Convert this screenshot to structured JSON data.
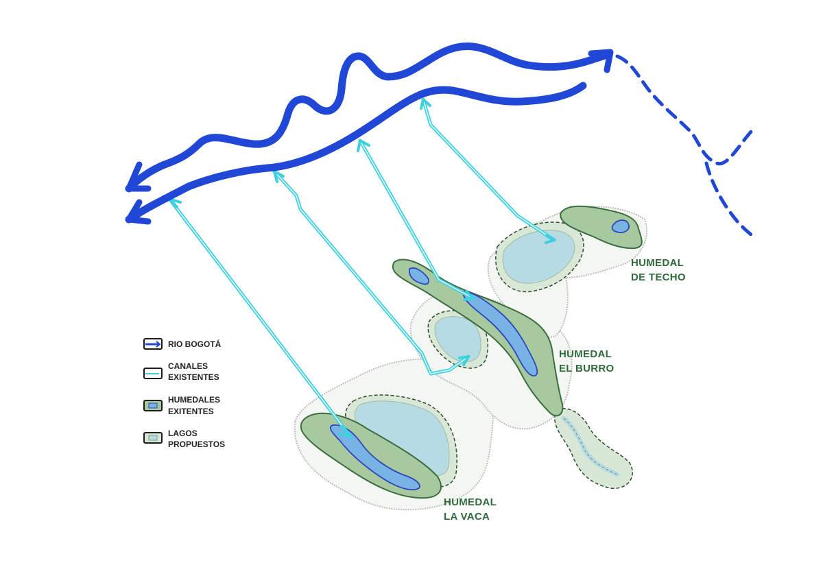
{
  "labels": {
    "techo": [
      "HUMEDAL",
      "DE TECHO"
    ],
    "burro": [
      "HUMEDAL",
      "EL BURRO"
    ],
    "vaca": [
      "HUMEDAL",
      "LA VACA"
    ]
  },
  "legend": [
    {
      "lines": [
        "RIO BOGOTÁ"
      ]
    },
    {
      "lines": [
        "CANALES",
        "EXISTENTES"
      ]
    },
    {
      "lines": [
        "HUMEDALES",
        "EXITENTES"
      ]
    },
    {
      "lines": [
        "LAGOS",
        "PROPUESTOS"
      ]
    }
  ],
  "colors": {
    "river": "#2147d6",
    "canal": "#3fd0e0",
    "wetland": "#a7c9a0",
    "wetland_stroke": "#3c6b41",
    "water": "#79b2e4",
    "lake": "#b7dbe2",
    "buffer": "#d9e7d6",
    "zone": "#f3f6f1"
  }
}
